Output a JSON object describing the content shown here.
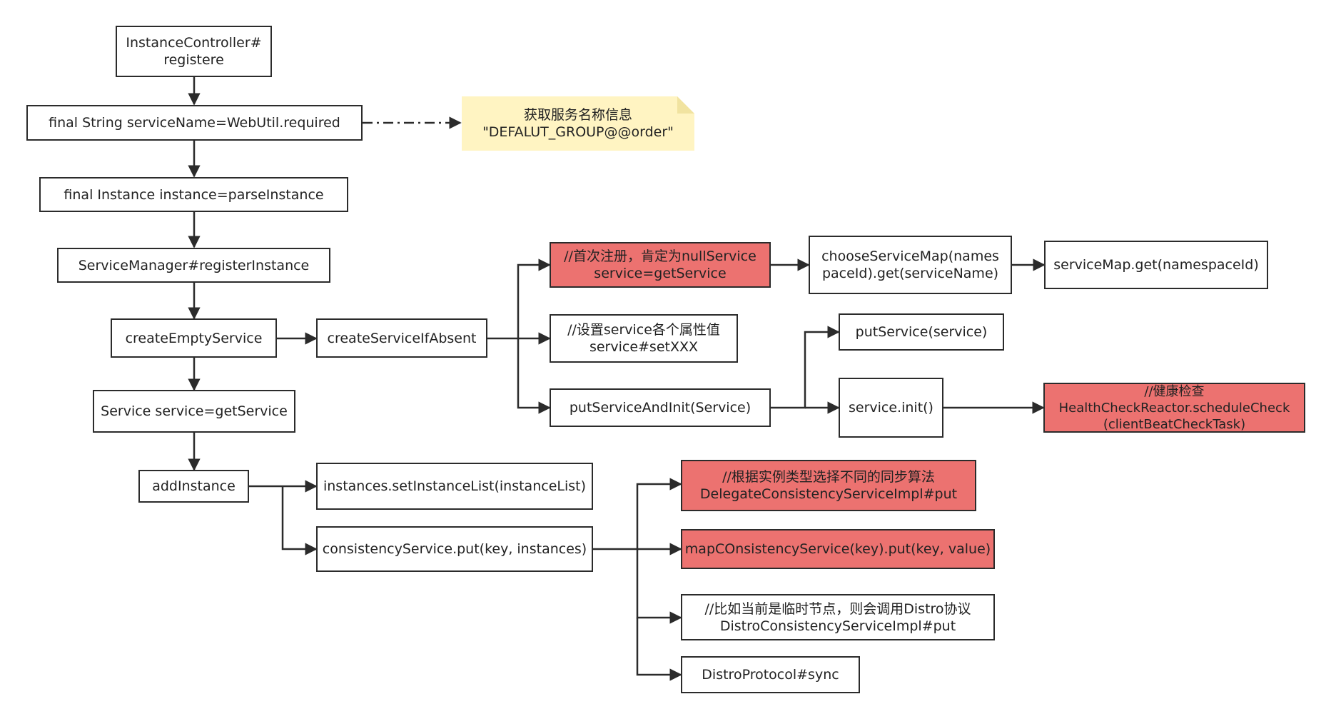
{
  "nodes": {
    "controller": {
      "lines": [
        "InstanceController#",
        "registere"
      ]
    },
    "service_name": {
      "lines": [
        "final String serviceName=WebUtil.required"
      ]
    },
    "parse_instance": {
      "lines": [
        "final Instance instance=parseInstance"
      ]
    },
    "register_instance": {
      "lines": [
        "ServiceManager#registerInstance"
      ]
    },
    "create_empty_service": {
      "lines": [
        "createEmptyService"
      ]
    },
    "create_if_absent": {
      "lines": [
        "createServiceIfAbsent"
      ]
    },
    "get_service": {
      "lines": [
        "Service service=getService"
      ]
    },
    "add_instance": {
      "lines": [
        "addInstance"
      ]
    },
    "first_register": {
      "lines": [
        "//首次注册，肯定为nullService",
        "service=getService"
      ]
    },
    "choose_service_map": {
      "lines": [
        "chooseServiceMap(names",
        "paceId).get(serviceName)"
      ]
    },
    "service_map_get": {
      "lines": [
        "serviceMap.get(namespaceId)"
      ]
    },
    "set_props": {
      "lines": [
        "//设置service各个属性值",
        "service#setXXX"
      ]
    },
    "put_service": {
      "lines": [
        "putService(service)"
      ]
    },
    "put_service_and_init": {
      "lines": [
        "putServiceAndInit(Service)"
      ]
    },
    "service_init": {
      "lines": [
        "service.init()"
      ]
    },
    "health_check": {
      "lines": [
        "//健康检查",
        "HealthCheckReactor.scheduleCheck",
        "(clientBeatCheckTask)"
      ]
    },
    "set_instance_list": {
      "lines": [
        "instances.setInstanceList(instanceList)"
      ]
    },
    "consistency_put": {
      "lines": [
        "consistencyService.put(key, instances)"
      ]
    },
    "delegate_put": {
      "lines": [
        "//根据实例类型选择不同的同步算法",
        "DelegateConsistencyServiceImpl#put"
      ]
    },
    "map_consistency_put": {
      "lines": [
        "mapCOnsistencyService(key).put(key, value)"
      ]
    },
    "distro_put": {
      "lines": [
        "//比如当前是临时节点，则会调用Distro协议",
        "DistroConsistencyServiceImpl#put"
      ]
    },
    "distro_sync": {
      "lines": [
        "DistroProtocol#sync"
      ]
    }
  },
  "note": {
    "lines": [
      "获取服务名称信息",
      "\"DEFALUT_GROUP@@order\""
    ]
  },
  "colors": {
    "highlight": "#ec7270",
    "note_background": "#fff4c2",
    "stroke": "#2b2b2b"
  }
}
